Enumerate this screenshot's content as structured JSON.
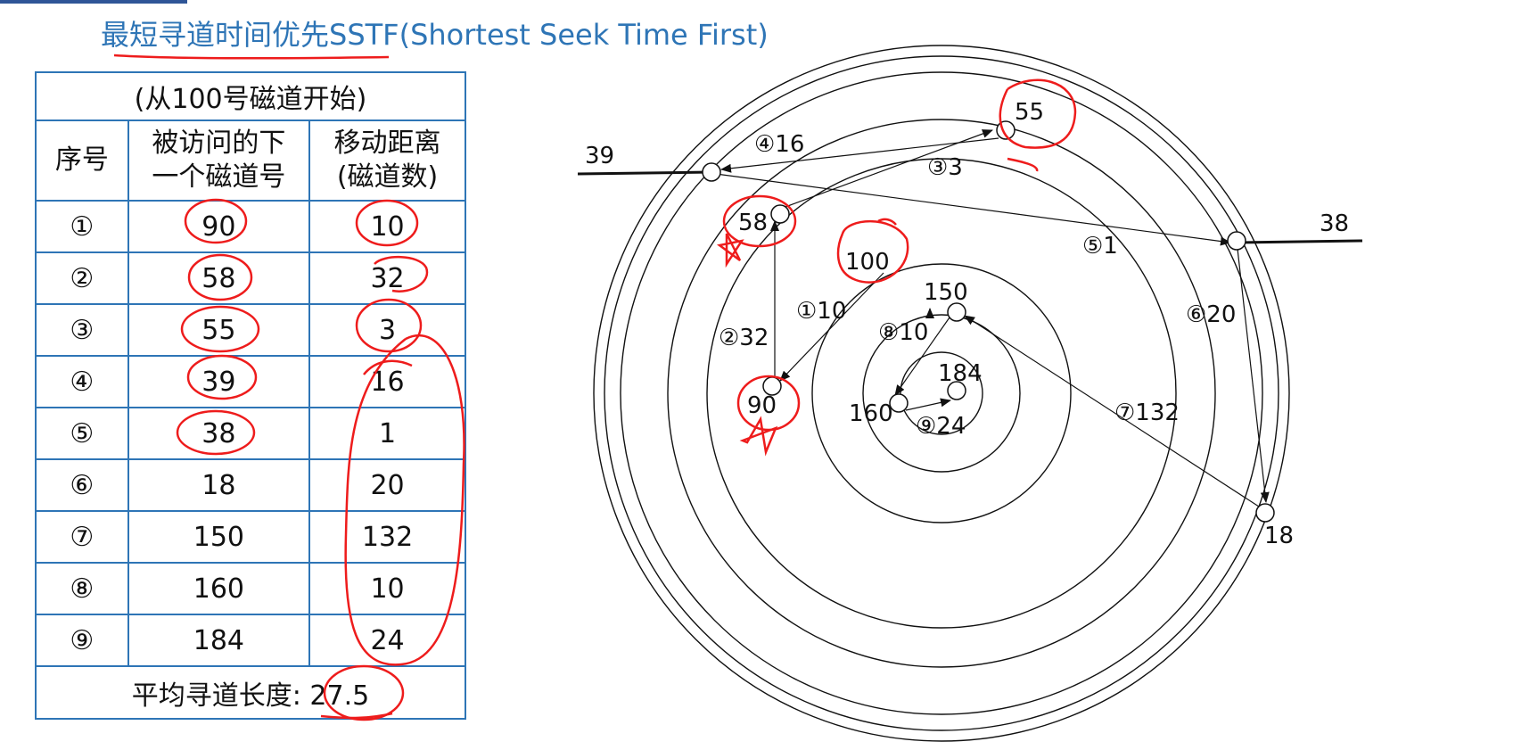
{
  "title": "最短寻道时间优先SSTF(Shortest Seek Time First)",
  "table": {
    "caption": "(从100号磁道开始)",
    "headers": {
      "col1": "序号",
      "col2_line1": "被访问的下",
      "col2_line2": "一个磁道号",
      "col3_line1": "移动距离",
      "col3_line2": "(磁道数)"
    },
    "rows": [
      {
        "no": "①",
        "track": "90",
        "dist": "10"
      },
      {
        "no": "②",
        "track": "58",
        "dist": "32"
      },
      {
        "no": "③",
        "track": "55",
        "dist": "3"
      },
      {
        "no": "④",
        "track": "39",
        "dist": "16"
      },
      {
        "no": "⑤",
        "track": "38",
        "dist": "1"
      },
      {
        "no": "⑥",
        "track": "18",
        "dist": "20"
      },
      {
        "no": "⑦",
        "track": "150",
        "dist": "132"
      },
      {
        "no": "⑧",
        "track": "160",
        "dist": "10"
      },
      {
        "no": "⑨",
        "track": "184",
        "dist": "24"
      }
    ],
    "avg_label": "平均寻道长度:",
    "avg_value": "27.5"
  },
  "diagram": {
    "track_labels": {
      "t39": "39",
      "t38": "38",
      "t55": "55",
      "t58": "58",
      "t100": "100",
      "t150": "150",
      "t184": "184",
      "t160": "160",
      "t90": "90",
      "t18": "18"
    },
    "step_labels": {
      "s1": "①10",
      "s2": "②32",
      "s3": "③3",
      "s4": "④16",
      "s5": "⑤1",
      "s6": "⑥20",
      "s7": "⑦132",
      "s8": "⑧10",
      "s9": "⑨24"
    }
  },
  "colors": {
    "title": "#2e75b6",
    "table_border": "#2e75b6",
    "annotation": "#ee1c1c",
    "ink": "#111111"
  }
}
